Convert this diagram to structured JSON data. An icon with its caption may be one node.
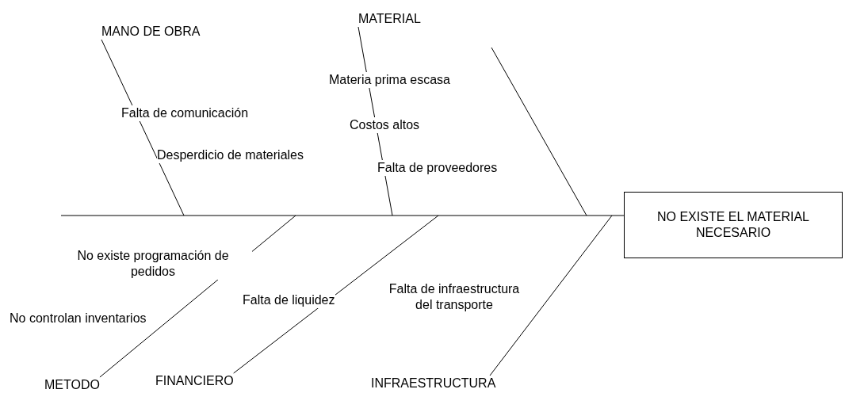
{
  "diagram": {
    "nodes": [
      {
        "text": [
          "MANO DE OBRA"
        ]
      },
      {
        "text": [
          "MATERIAL"
        ]
      },
      {
        "text": [
          "NO EXISTE EL MATERIAL NECESARIO"
        ]
      },
      {
        "text": [
          "METODO"
        ]
      },
      {
        "text": [
          "FINANCIERO"
        ]
      },
      {
        "text": [
          "INFRAESTRUCTURA"
        ]
      }
    ],
    "edges": [
      {
        "from": 0,
        "to": null,
        "arrow": "none"
      },
      {
        "from": 1,
        "to": null,
        "arrow": "none"
      },
      {
        "from": null,
        "to": 2,
        "arrow": "none"
      },
      {
        "from": 3,
        "to": null,
        "arrow": "none"
      },
      {
        "from": 4,
        "to": null,
        "arrow": "none"
      },
      {
        "from": 5,
        "to": null,
        "arrow": "none"
      }
    ],
    "labels": [
      "Materia prima escasa",
      "Falta de comunicación",
      "Costos altos",
      "Desperdicio de materiales",
      "Falta de proveedores",
      "No existe programación de pedidos",
      "Falta de infraestructura del transporte",
      "Falta de liquidez",
      "No controlan inventarios"
    ]
  }
}
